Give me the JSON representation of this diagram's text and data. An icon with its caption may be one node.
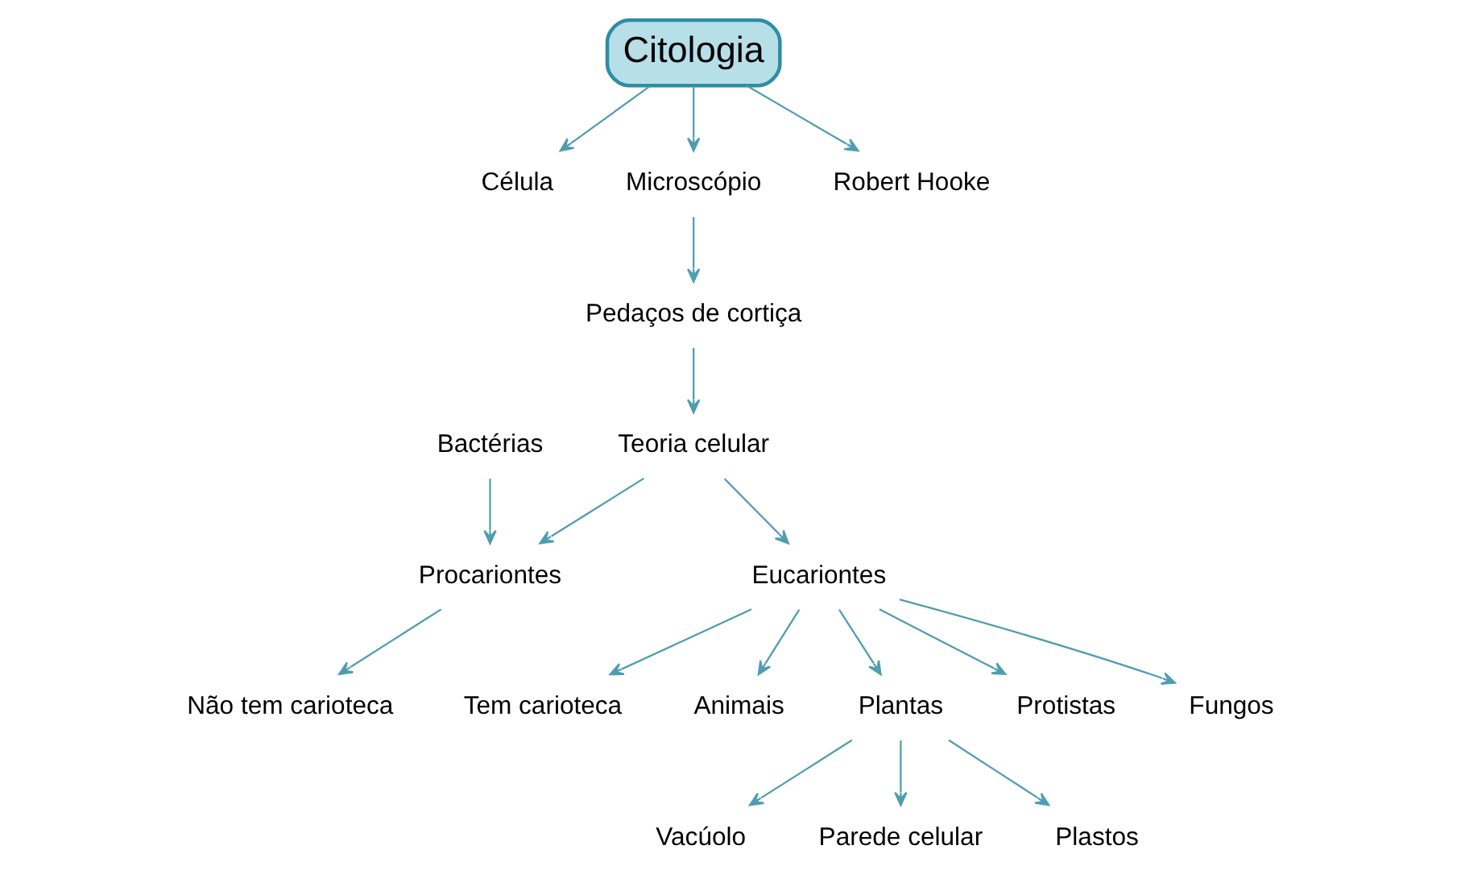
{
  "diagram": {
    "nodes": [
      {
        "text": [
          "Citologia"
        ]
      },
      {
        "text": [
          "Célula"
        ]
      },
      {
        "text": [
          "Microscópio"
        ]
      },
      {
        "text": [
          "Robert Hooke"
        ]
      },
      {
        "text": [
          "Pedaços de cortiça"
        ]
      },
      {
        "text": [
          "Bactérias"
        ]
      },
      {
        "text": [
          "Teoria celular"
        ]
      },
      {
        "text": [
          "Procariontes"
        ]
      },
      {
        "text": [
          "Eucariontes"
        ]
      },
      {
        "text": [
          "Não tem carioteca"
        ]
      },
      {
        "text": [
          "Tem carioteca"
        ]
      },
      {
        "text": [
          "Animais"
        ]
      },
      {
        "text": [
          "Plantas"
        ]
      },
      {
        "text": [
          "Protistas"
        ]
      },
      {
        "text": [
          "Fungos"
        ]
      },
      {
        "text": [
          "Vacúolo"
        ]
      },
      {
        "text": [
          "Parede celular"
        ]
      },
      {
        "text": [
          "Plastos"
        ]
      }
    ],
    "edges": [
      {
        "from": 0,
        "to": 1,
        "arrow": "to"
      },
      {
        "from": 0,
        "to": 2,
        "arrow": "to"
      },
      {
        "from": 0,
        "to": 3,
        "arrow": "to"
      },
      {
        "from": 2,
        "to": 4,
        "arrow": "to"
      },
      {
        "from": 4,
        "to": 6,
        "arrow": "to"
      },
      {
        "from": 5,
        "to": 7,
        "arrow": "to"
      },
      {
        "from": 6,
        "to": 7,
        "arrow": "to"
      },
      {
        "from": 6,
        "to": 8,
        "arrow": "to"
      },
      {
        "from": 7,
        "to": 9,
        "arrow": "to"
      },
      {
        "from": 8,
        "to": 10,
        "arrow": "to"
      },
      {
        "from": 8,
        "to": 11,
        "arrow": "to"
      },
      {
        "from": 8,
        "to": 12,
        "arrow": "to"
      },
      {
        "from": 8,
        "to": 13,
        "arrow": "to"
      },
      {
        "from": 8,
        "to": 14,
        "arrow": "to"
      },
      {
        "from": 12,
        "to": 15,
        "arrow": "to"
      },
      {
        "from": 12,
        "to": 16,
        "arrow": "to"
      },
      {
        "from": 12,
        "to": 17,
        "arrow": "to"
      }
    ]
  }
}
